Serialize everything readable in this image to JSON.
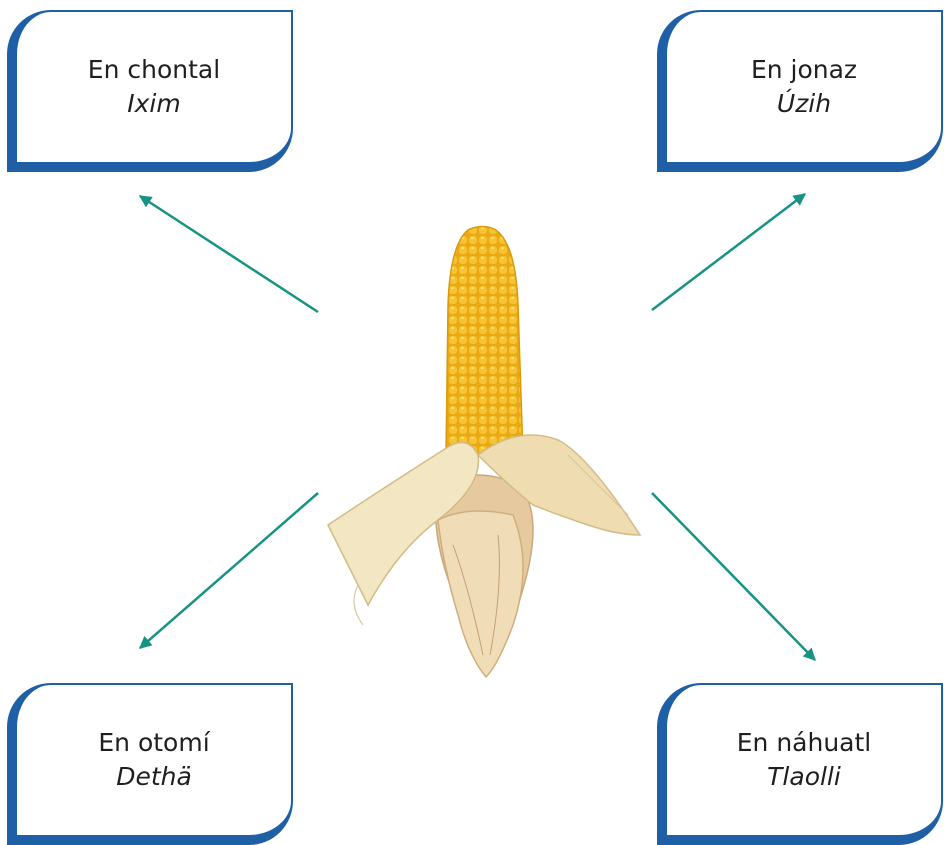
{
  "colors": {
    "card_border": "#1f5fa6",
    "arrow": "#169384",
    "corn_kernel": "#f4b81c",
    "husk": "#f0e2bf"
  },
  "center_image": {
    "icon": "corn-cob-image"
  },
  "cards": {
    "top_left": {
      "language": "En chontal",
      "word": "Ixim"
    },
    "top_right": {
      "language": "En jonaz",
      "word": "Úzih"
    },
    "bottom_left": {
      "language": "En otomí",
      "word": "Dethä"
    },
    "bottom_right": {
      "language": "En náhuatl",
      "word": "Tlaolli"
    }
  }
}
